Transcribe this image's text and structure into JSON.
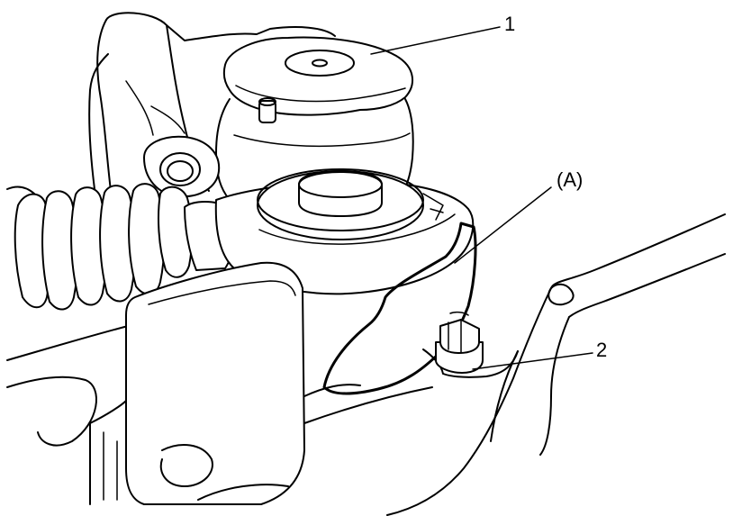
{
  "callouts": {
    "item1": "1",
    "item2": "2",
    "areaA": "(A)"
  },
  "colors": {
    "line": "#000000",
    "background": "#ffffff"
  }
}
